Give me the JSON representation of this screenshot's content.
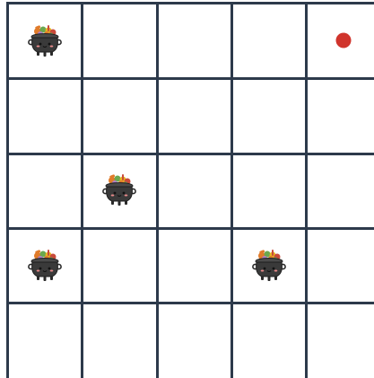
{
  "board": {
    "rows": 5,
    "cols": 5,
    "line_color": "#2d3a4b",
    "background": "#ffffff",
    "cells": [
      [
        "cauldron",
        "empty",
        "empty",
        "empty",
        "red-dot"
      ],
      [
        "empty",
        "empty",
        "empty",
        "empty",
        "empty"
      ],
      [
        "empty",
        "cauldron",
        "empty",
        "empty",
        "empty"
      ],
      [
        "cauldron",
        "empty",
        "empty",
        "cauldron",
        "empty"
      ],
      [
        "empty",
        "empty",
        "empty",
        "empty",
        "empty"
      ]
    ]
  },
  "tokens": {
    "cauldron": {
      "icon": "cauldron-with-candy-icon",
      "body_color": "#3a3a3a",
      "candy_colors": [
        "#e07b2a",
        "#c94a3a",
        "#6aa84f",
        "#e6b422",
        "#b07fc7"
      ]
    },
    "red-dot": {
      "icon": "red-dot-icon",
      "color": "#d0342c"
    }
  }
}
